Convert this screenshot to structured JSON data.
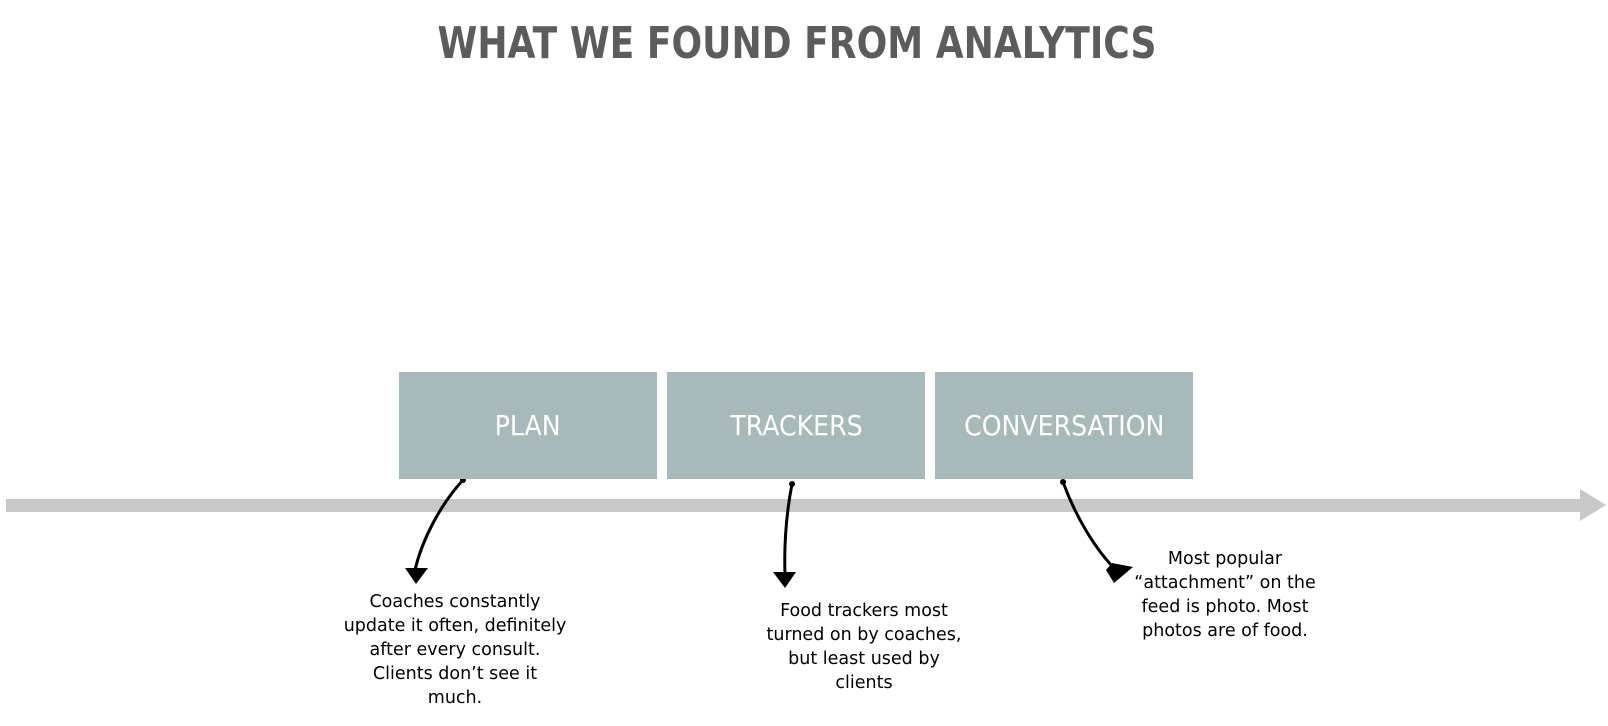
{
  "title": "WHAT WE FOUND FROM ANALYTICS",
  "stages": [
    {
      "label": "PLAN",
      "note_lines": [
        "Coaches constantly",
        "update it often, definitely",
        "after every consult.",
        "Clients don’t see it",
        "much."
      ]
    },
    {
      "label": "TRACKERS",
      "note_lines": [
        "Food trackers most",
        "turned on by coaches,",
        "but least used by",
        "clients"
      ]
    },
    {
      "label": "CONVERSATION",
      "note_lines": [
        "Most popular",
        "“attachment” on the",
        "feed is photo. Most",
        "photos are of food."
      ]
    }
  ],
  "colors": {
    "title": "#5c5c5c",
    "box": "#a7b9b8",
    "box_text": "#ffffff",
    "timeline": "#c8c8c8",
    "arrow": "#000000"
  }
}
